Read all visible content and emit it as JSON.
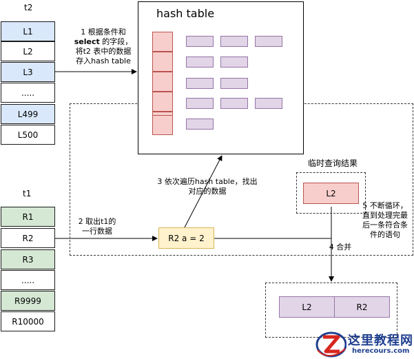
{
  "t2": {
    "label": "t2",
    "rows": [
      "L1",
      "L2",
      "L3",
      ".....",
      "L499",
      "L500"
    ]
  },
  "t1": {
    "label": "t1",
    "rows": [
      "R1",
      "R2",
      "R3",
      ".....",
      "R9999",
      "R10000"
    ]
  },
  "hash_table": {
    "title": "hash table"
  },
  "temp_result": {
    "label": "临时查询结果",
    "value": "L2"
  },
  "current_row": {
    "value": "R2 a = 2"
  },
  "joined": {
    "left": "L2",
    "right": "R2"
  },
  "steps": {
    "s1_line1": "1 根据条件和",
    "s1_bold": "select",
    "s1_line2_tail": " 的字段，",
    "s1_line3": "将t2 表中的数据",
    "s1_line4": "存入hash table",
    "s2_line1": "2 取出t1的",
    "s2_line2": "一行数据",
    "s3_line1": "3 依次遍历hash table，找出",
    "s3_line2": "对应的数据",
    "s4": "4 合并",
    "s5_line1": "5 不断循环，",
    "s5_line2": "直到处理完最",
    "s5_line3": "后一条符合条",
    "s5_line4": "件的语句"
  },
  "logo": {
    "title": "这里教程网",
    "url": "herecours.com"
  },
  "colors": {
    "blue_fill": "#dae8fc",
    "green_fill": "#d5e8d4",
    "bucket_fill": "#f8cecc",
    "entry_fill": "#e1d5e7",
    "row_fill": "#fff2cc",
    "logo_blue": "#1f3f8f",
    "logo_red": "#d7261d"
  }
}
